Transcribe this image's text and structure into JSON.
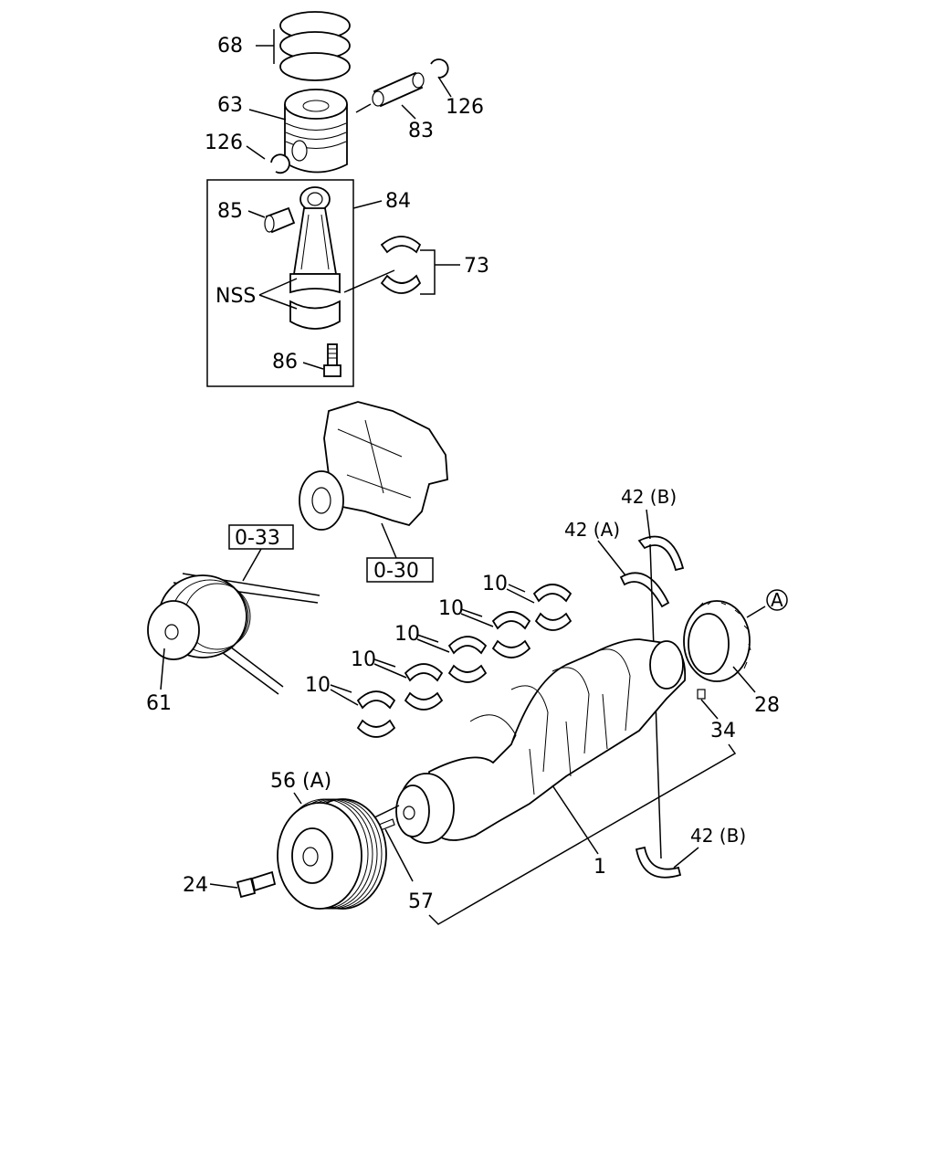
{
  "colors": {
    "line": "#000000",
    "background": "#ffffff"
  },
  "labels": {
    "piston_rings": "68",
    "piston": "63",
    "snap_ring_upper": "126",
    "snap_ring_lower": "126",
    "piston_pin": "83",
    "conrod_assembly": "84",
    "conrod_bushing": "85",
    "conrod_bearing": "73",
    "nss": "NSS",
    "conrod_bolt": "86",
    "ref_water_pump": "0-30",
    "ref_belt": "0-33",
    "fan_pulley": "61",
    "main_bearing_1": "10",
    "main_bearing_2": "10",
    "main_bearing_3": "10",
    "main_bearing_4": "10",
    "main_bearing_5": "10",
    "main_bearing_6": "10",
    "thrust_washer_a": "42 (A)",
    "thrust_washer_b_upper": "42 (B)",
    "thrust_washer_b_lower": "42 (B)",
    "circle_ref": "A",
    "timing_gear": "28",
    "pin_34": "34",
    "crankshaft": "1",
    "crank_pulley": "56 (A)",
    "pulley_bolt": "24",
    "key_57": "57"
  }
}
